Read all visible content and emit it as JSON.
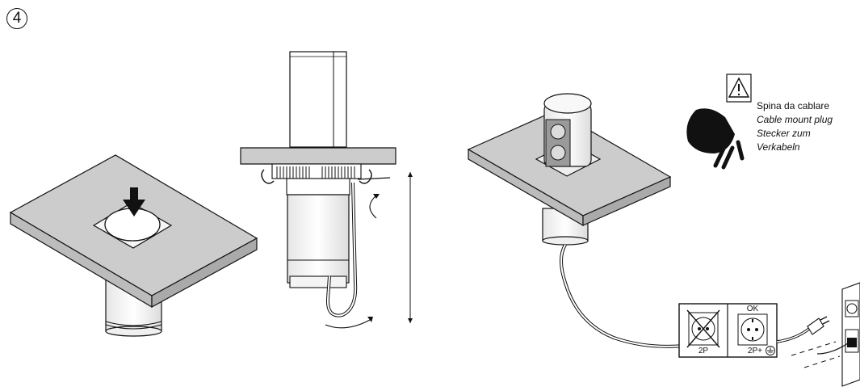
{
  "step_number": "4",
  "warning": {
    "icon": "warning-triangle-icon",
    "labels": [
      "Spina da cablare",
      "Cable mount plug",
      "Stecker zum",
      "Verkabeln"
    ]
  },
  "socket_panel": {
    "left_label": "2P",
    "right_top_label": "OK",
    "right_bottom_label": "2P+"
  },
  "colors": {
    "surface": "#cccccc",
    "line": "#111111"
  }
}
